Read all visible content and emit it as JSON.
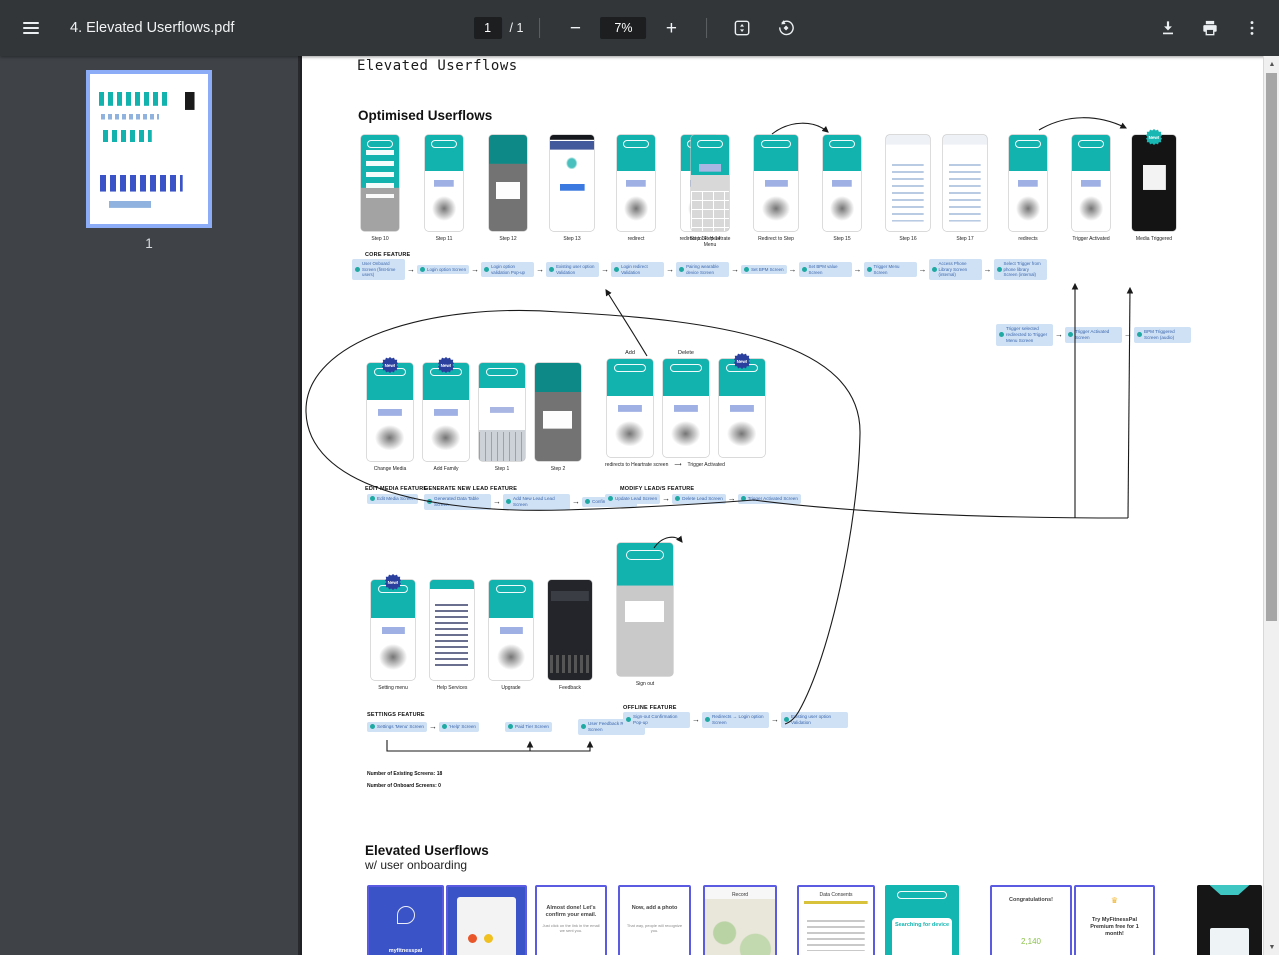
{
  "toolbar": {
    "title": "4. Elevated Userflows.pdf",
    "page_value": "1",
    "page_total": "/ 1",
    "zoom_value": "7%",
    "minus_label": "−",
    "plus_label": "+"
  },
  "sidebar": {
    "page_label": "1"
  },
  "pdf": {
    "title": "Elevated Userflows",
    "h1": "Optimised Userflows",
    "h2": "Elevated Userflows",
    "h2sub": "w/ user onboarding",
    "counts": [
      "Number of Existing Screens: 18",
      "Number of Onboard Screens: 0"
    ],
    "row1a": [
      {
        "label": "Step 10",
        "variant": "teal-pills"
      },
      {
        "label": "Step 11",
        "variant": "teal-card"
      },
      {
        "label": "Step 12",
        "variant": "dark-overlay"
      },
      {
        "label": "Step 13",
        "variant": "white-blue",
        "wide": true
      },
      {
        "label": "redirect",
        "variant": "teal-card"
      },
      {
        "label": "redirect to Step 14",
        "variant": "teal-card"
      }
    ],
    "row1b": [
      {
        "label": "Step 14: Heartrate Menu",
        "variant": "teal-keypad"
      },
      {
        "label": "Redirect to Step",
        "variant": "teal-card",
        "wide": true
      },
      {
        "label": "Step 15",
        "variant": "teal-card"
      },
      {
        "label": "Step 16",
        "variant": "white-list",
        "wide": true
      }
    ],
    "row1c": [
      {
        "label": "Step 17",
        "variant": "white-list",
        "wide": true
      },
      {
        "label": "redirects",
        "variant": "teal-card"
      },
      {
        "label": "Trigger Activated",
        "variant": "teal-card"
      },
      {
        "label": "Media Triggered",
        "variant": "black",
        "wide": true,
        "badge": "New!",
        "badge_color": "teal"
      }
    ],
    "core": {
      "label": "CORE FEATURE",
      "flow": [
        "User Onboard Screen (first-time users)",
        "->",
        "Login option Screen",
        "->",
        "Login option validation Pop-up",
        "->",
        "Existing user option Validation",
        "->",
        "Login redirect Validation",
        "->",
        "Pairing wearable device Screen",
        "->",
        "Set BPM Screen",
        "->",
        "Set BPM value Screen",
        "->",
        "Trigger Menu Screen",
        "->",
        "Access Phone Library Screen (internal)",
        "->",
        "Select Trigger from phone library Screen (internal)"
      ]
    },
    "side_flow": [
      "Trigger selected redirected to Trigger Menu Screen",
      "->",
      "Trigger Activated Screen",
      "->",
      "BPM Triggered Screen (audio)"
    ],
    "row2a": [
      {
        "label": "Change Media",
        "variant": "teal-card",
        "badge": "New!",
        "badge_color": "blue"
      },
      {
        "label": "Add Family",
        "variant": "teal-card",
        "badge": "New!",
        "badge_color": "blue"
      },
      {
        "label": "Step 1",
        "variant": "teal-keyboard"
      },
      {
        "label": "Step 2",
        "variant": "dark-overlay"
      }
    ],
    "row2b": {
      "phones": [
        {
          "top": "Add",
          "variant": "teal-card"
        },
        {
          "top": "Delete",
          "variant": "teal-card"
        },
        {
          "top": "",
          "variant": "teal-card",
          "badge": "New!",
          "badge_color": "blue"
        }
      ],
      "label_left": "redirects to Heartrate screen",
      "label_arrow": "⟶",
      "label_right": "Trigger Activated"
    },
    "edit_media": {
      "label": "EDIT MEDIA FEATURE",
      "flow": [
        "Edit Media Screen"
      ]
    },
    "gen_lead": {
      "label": "GENERATE NEW LEAD FEATURE",
      "flow": [
        "Generated Data Table Screen",
        "->",
        "Add New Lead Lead Screen",
        "->",
        "Confirmation Pop-up"
      ]
    },
    "modify_lead": {
      "label": "MODIFY LEAD/S FEATURE",
      "flow": [
        "Update Lead Screen",
        "->",
        "Delete Lead Screen",
        "->",
        "Trigger Activated Screen"
      ]
    },
    "row3": [
      {
        "label": "Setting menu",
        "variant": "teal-card",
        "badge": "New!",
        "badge_color": "blue"
      },
      {
        "label": "Help Services",
        "variant": "help-doc"
      },
      {
        "label": "Upgrade",
        "variant": "teal-card"
      },
      {
        "label": "Feedback",
        "variant": "feedback-dark"
      }
    ],
    "signout": {
      "label": "Sign out",
      "variant": "signout"
    },
    "settings_feature": {
      "label": "SETTINGS FEATURE",
      "flow": [
        "Settings 'Menu' Screen",
        "->",
        "'Help' Screen",
        "gap",
        "Paid Tier Screen",
        "gap",
        "User Feedback Review Screen"
      ]
    },
    "offline_feature": {
      "label": "OFFLINE FEATURE",
      "flow": [
        "Sign-out Confirmation Pop-up",
        "->",
        "Redirects → Login option Screen",
        "->",
        "Existing user option Validation"
      ]
    },
    "bottom_row": [
      {
        "variant": "b-blue",
        "title": "myfitnesspal"
      },
      {
        "variant": "b-blue2",
        "title": ""
      },
      {
        "variant": "b-white",
        "title": "Almost done! Let's confirm your email.",
        "sub": "Just click on the link in the email we sent you."
      },
      {
        "variant": "b-white",
        "title": "Now, add a photo",
        "sub": "That way, people will recognize you."
      },
      {
        "variant": "b-map",
        "title": "Record"
      },
      {
        "variant": "b-doc",
        "title": "Data Consents"
      },
      {
        "variant": "b-teal",
        "title": "Searching for device"
      },
      {
        "variant": "b-congrats",
        "title": "Congratulations!",
        "value": "2,140"
      },
      {
        "variant": "b-premium",
        "title": "Try MyFitnessPal Premium free for 1 month!",
        "crown": "♛"
      },
      {
        "variant": "b-black",
        "title": ""
      }
    ]
  }
}
